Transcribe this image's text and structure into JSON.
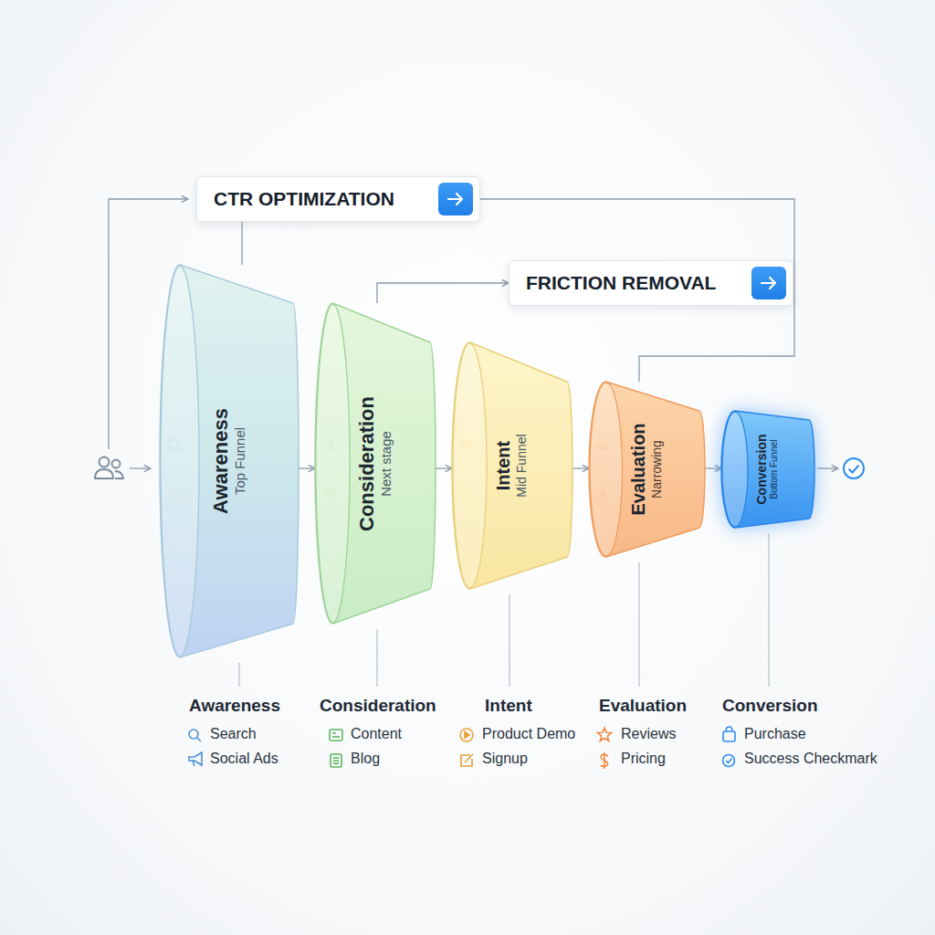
{
  "diagram": {
    "nodes": [
      {
        "text": [
          "Awareness",
          "Top Funnel"
        ]
      },
      {
        "text": [
          "Consideration",
          "Next stage"
        ]
      },
      {
        "text": [
          "Intent",
          "Mid Funnel"
        ]
      },
      {
        "text": [
          "Evaluation",
          "Narrowing"
        ]
      },
      {
        "text": [
          "Conversion",
          "Bottom Funnel"
        ]
      },
      {
        "text": [
          "CTR OPTIMIZATION"
        ]
      },
      {
        "text": [
          "FRICTION REMOVAL"
        ]
      }
    ],
    "edges": [
      {
        "from": 0,
        "to": 1,
        "arrow": "to"
      },
      {
        "from": 1,
        "to": 2,
        "arrow": "to"
      },
      {
        "from": 2,
        "to": 3,
        "arrow": "to"
      },
      {
        "from": 3,
        "to": 4,
        "arrow": "to"
      },
      {
        "from": 5,
        "to": 0,
        "arrow": "none"
      },
      {
        "from": 5,
        "to": 3,
        "arrow": "none"
      },
      {
        "from": 1,
        "to": 6,
        "arrow": "to"
      }
    ],
    "labels": [
      "Awareness",
      "Search",
      "Social Ads",
      "Consideration",
      "Content",
      "Blog",
      "Intent",
      "Product Demo",
      "Signup",
      "Evaluation",
      "Reviews",
      "Pricing",
      "Conversion",
      "Purchase",
      "Success Checkmark"
    ]
  }
}
